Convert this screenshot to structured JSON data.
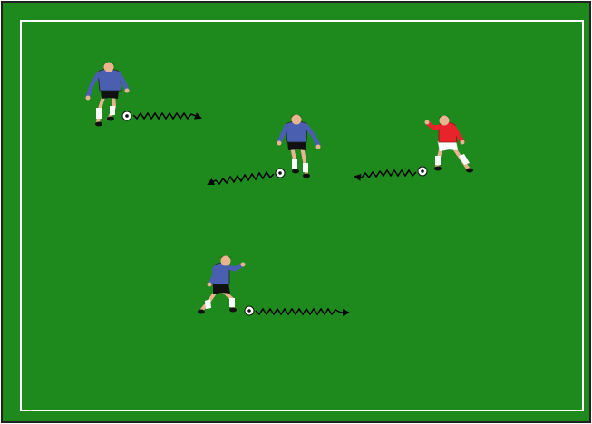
{
  "pitch": {
    "grass_color": "#1e8a1e",
    "grass_dark": "#177517",
    "line_color": "#ffffff",
    "frame_color": "#222222"
  },
  "team_colors": {
    "blue_shirt": "#4a5fb0",
    "red_shirt": "#e8232a",
    "shorts": "#111111",
    "skin": "#e9b48f"
  },
  "players": [
    {
      "id": "player-1",
      "team": "blue",
      "facing": "right",
      "dribble": "right"
    },
    {
      "id": "player-2",
      "team": "blue",
      "facing": "left",
      "dribble": "left"
    },
    {
      "id": "player-3",
      "team": "red",
      "facing": "left",
      "dribble": "left"
    },
    {
      "id": "player-4",
      "team": "blue",
      "facing": "right",
      "dribble": "right"
    }
  ],
  "icons": {
    "ball": "soccer-ball-icon",
    "dribble_path": "zigzag-arrow-icon"
  }
}
